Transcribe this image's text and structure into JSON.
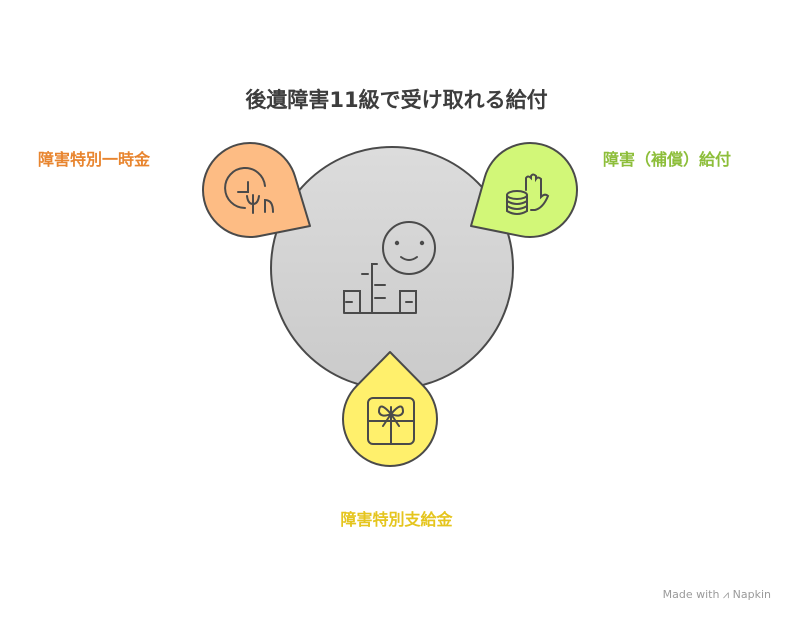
{
  "title": "後遺障害11級で受け取れる給付",
  "items": [
    {
      "label": "障害特別一時金",
      "color": "#FDBC84",
      "text_color": "#E8852F",
      "icon": "clock-plant-icon"
    },
    {
      "label": "障害（補償）給付",
      "color": "#D2F778",
      "text_color": "#8DBE3A",
      "icon": "coins-hand-icon"
    },
    {
      "label": "障害特別支給金",
      "color": "#FFF06C",
      "text_color": "#E5C51E",
      "icon": "gift-icon"
    }
  ],
  "center": {
    "icon": "person-buildings-icon",
    "color": "#D8D8D8"
  },
  "watermark": "Made with ⩘ Napkin"
}
